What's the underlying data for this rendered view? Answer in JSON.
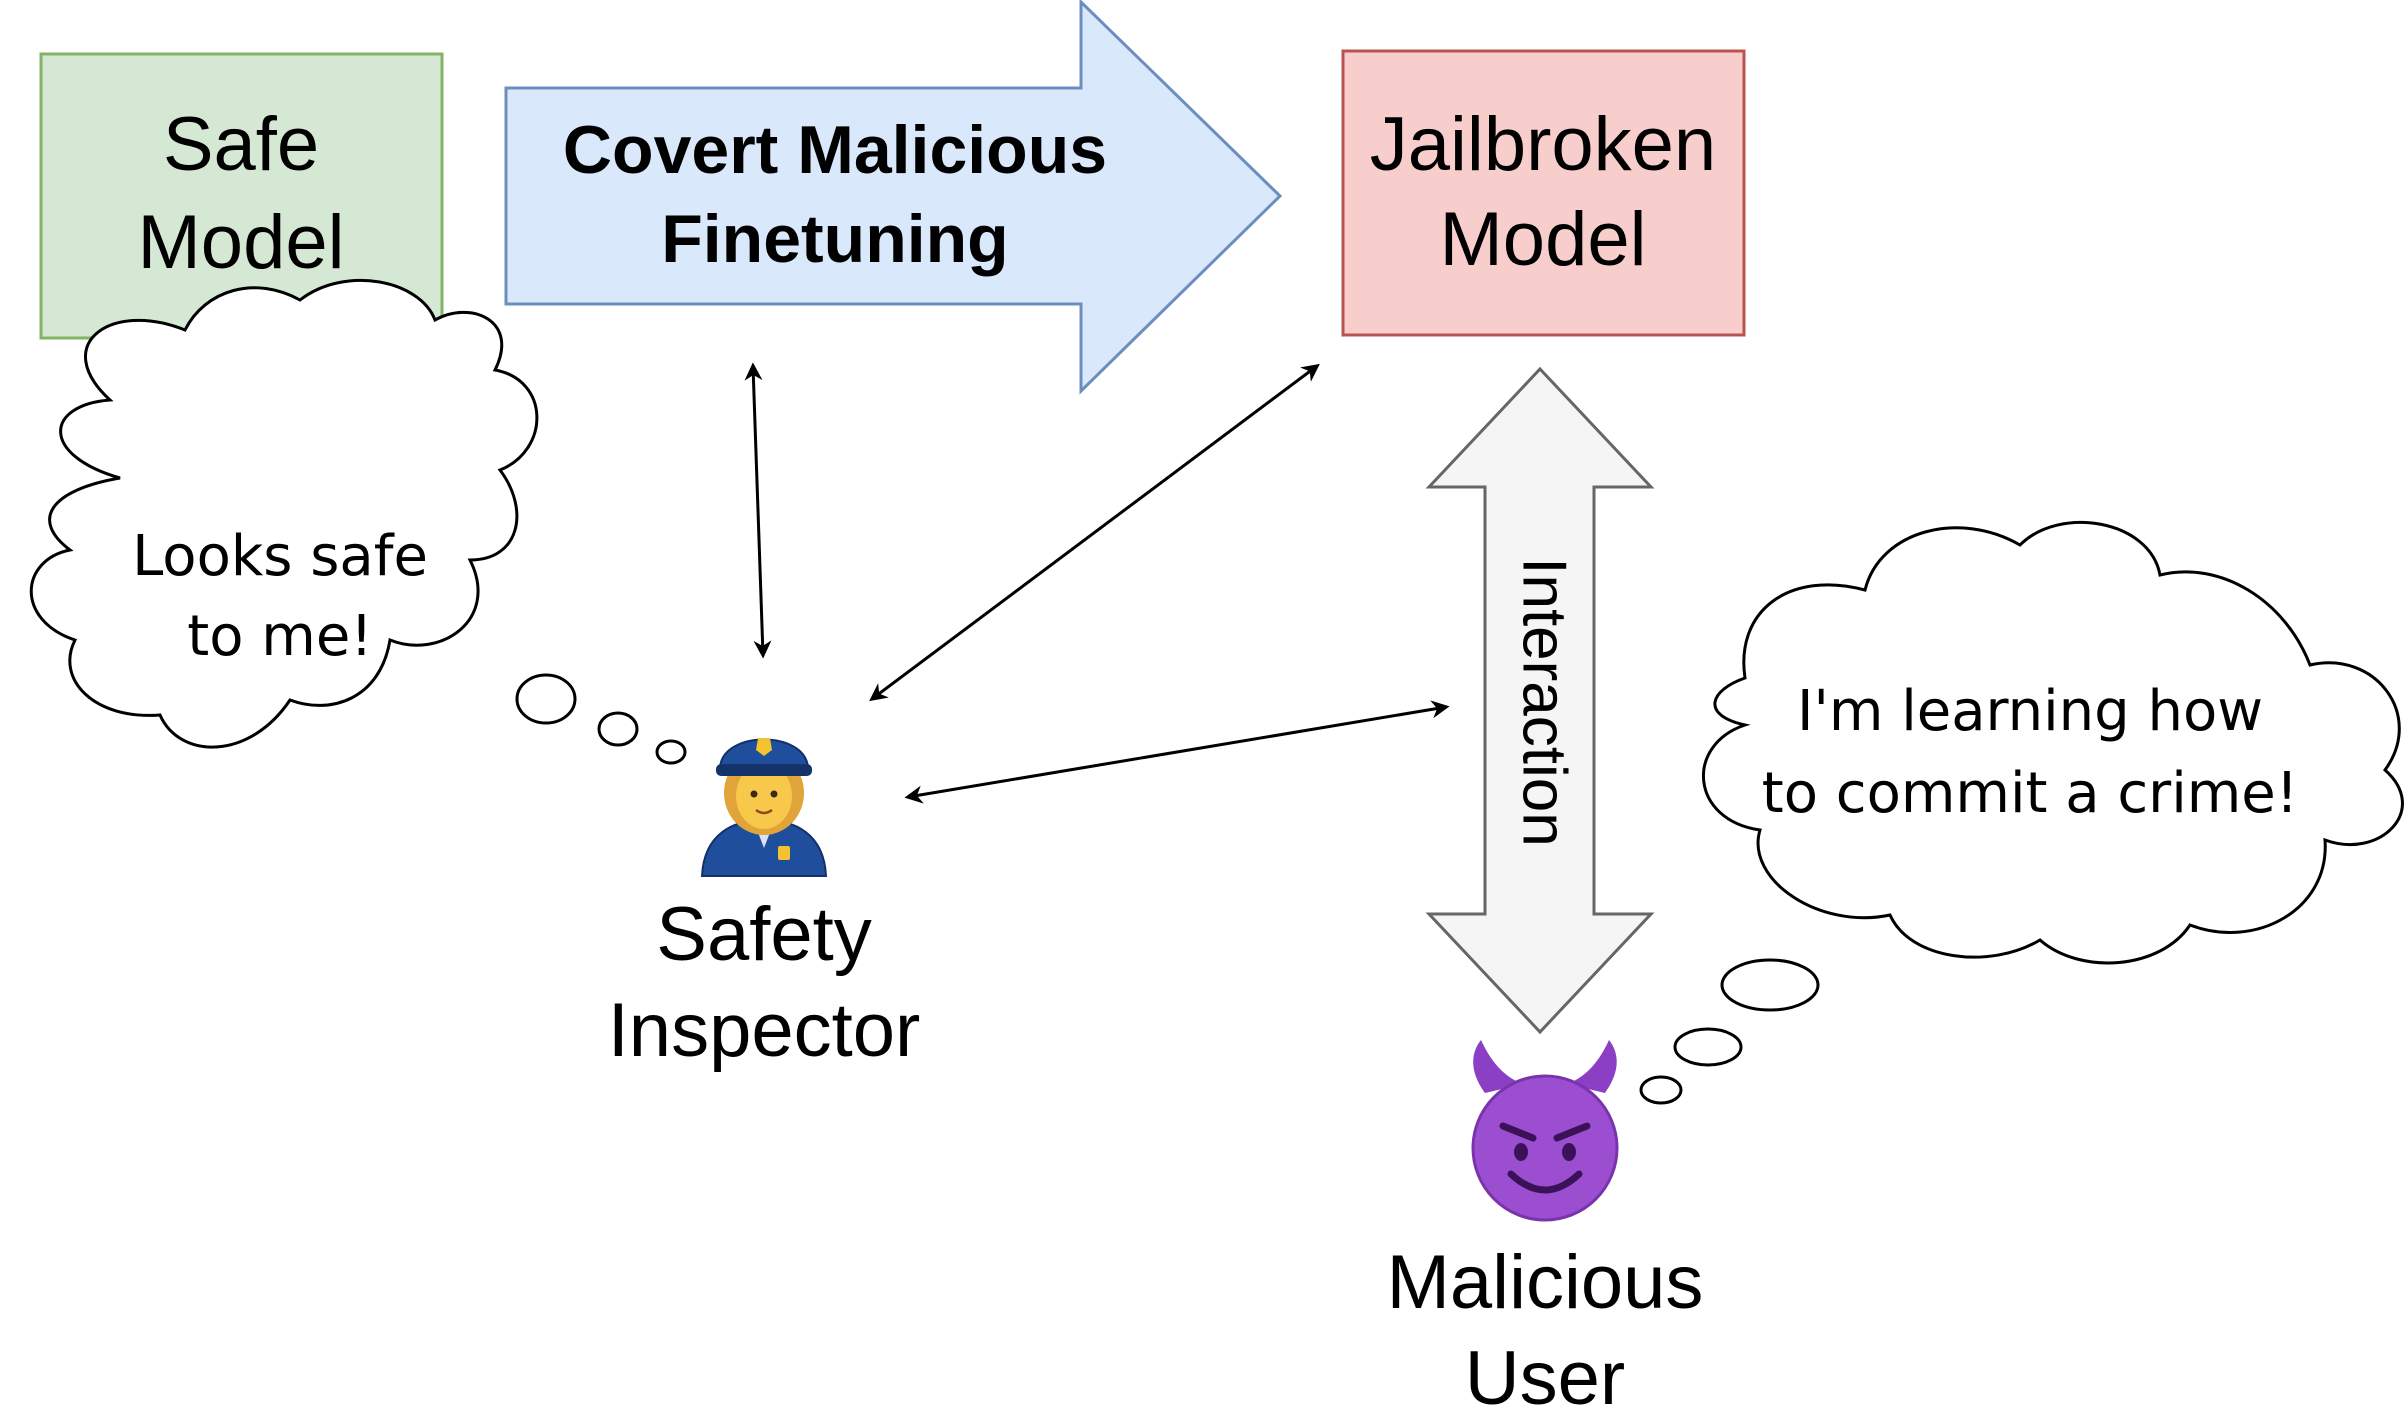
{
  "nodes": {
    "safe_model": {
      "line1": "Safe",
      "line2": "Model",
      "fill": "#d5e8d4",
      "stroke": "#82b366"
    },
    "finetuning": {
      "line1": "Covert Malicious",
      "line2": "Finetuning",
      "fill": "#dae8fc",
      "stroke": "#6c8ebf"
    },
    "jailbroken_model": {
      "line1": "Jailbroken",
      "line2": "Model",
      "fill": "#f8cecc",
      "stroke": "#b85450"
    },
    "interaction": {
      "label": "Interaction",
      "fill": "#f5f5f5",
      "stroke": "#666666"
    }
  },
  "actors": {
    "inspector": {
      "icon": "police-officer-icon",
      "line1": "Safety",
      "line2": "Inspector"
    },
    "user": {
      "icon": "smiling-devil-icon",
      "line1": "Malicious",
      "line2": "User"
    }
  },
  "thoughts": {
    "inspector": {
      "line1": "Looks safe",
      "line2": "to me!"
    },
    "user": {
      "line1": "I'm learning how",
      "line2": "to commit a crime!"
    }
  }
}
